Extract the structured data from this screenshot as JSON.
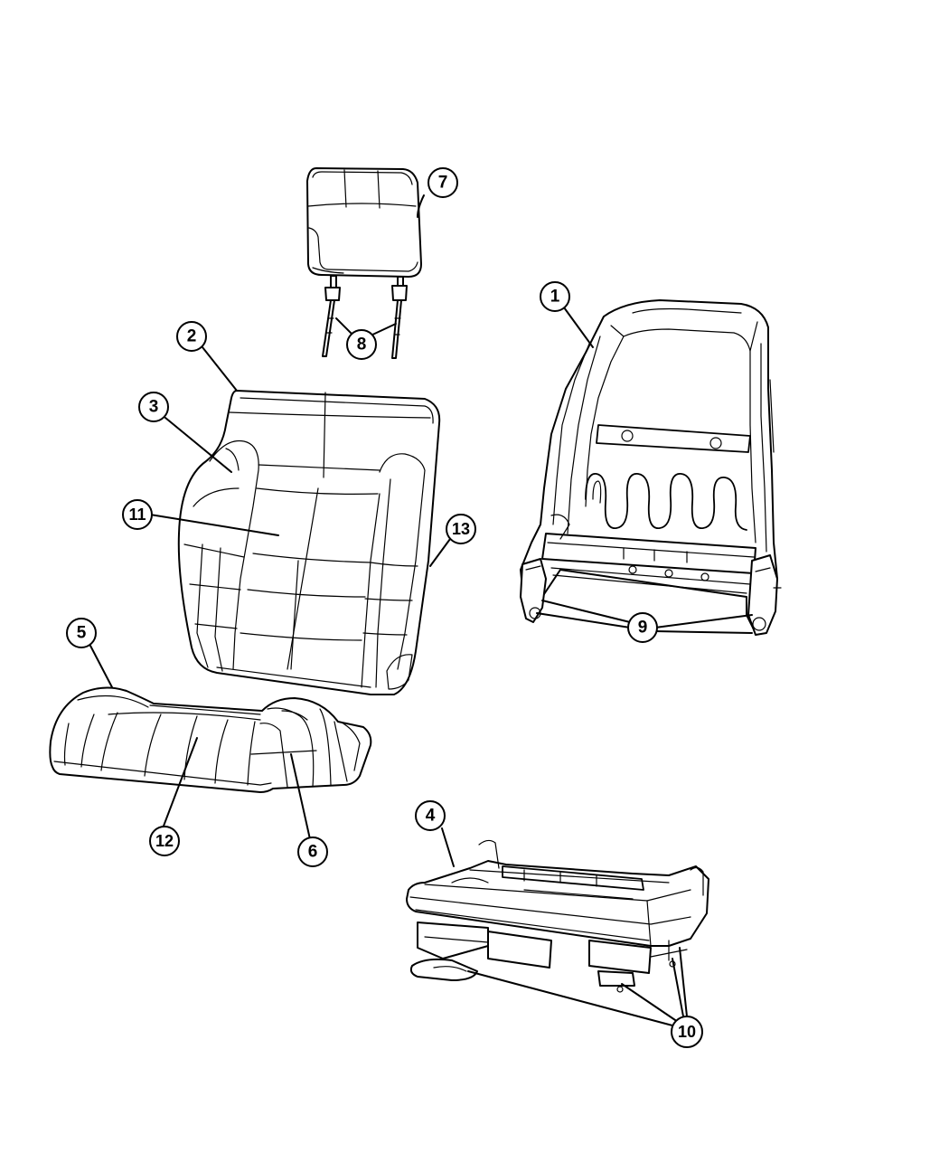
{
  "diagram": {
    "callouts": [
      {
        "id": "1",
        "label": "1",
        "part": "seat-back-frame"
      },
      {
        "id": "2",
        "label": "2",
        "part": "seat-back-cover"
      },
      {
        "id": "3",
        "label": "3",
        "part": "seat-back-bolster"
      },
      {
        "id": "4",
        "label": "4",
        "part": "seat-adjuster"
      },
      {
        "id": "5",
        "label": "5",
        "part": "seat-cushion-cover"
      },
      {
        "id": "6",
        "label": "6",
        "part": "seat-cushion-bolster"
      },
      {
        "id": "7",
        "label": "7",
        "part": "headrest"
      },
      {
        "id": "8",
        "label": "8",
        "part": "headrest-guide-posts"
      },
      {
        "id": "9",
        "label": "9",
        "part": "seat-back-frame-bolts"
      },
      {
        "id": "10",
        "label": "10",
        "part": "seat-adjuster-bolts"
      },
      {
        "id": "11",
        "label": "11",
        "part": "seat-back-foam"
      },
      {
        "id": "12",
        "label": "12",
        "part": "seat-cushion-foam"
      },
      {
        "id": "13",
        "label": "13",
        "part": "seat-back-panel"
      }
    ]
  }
}
